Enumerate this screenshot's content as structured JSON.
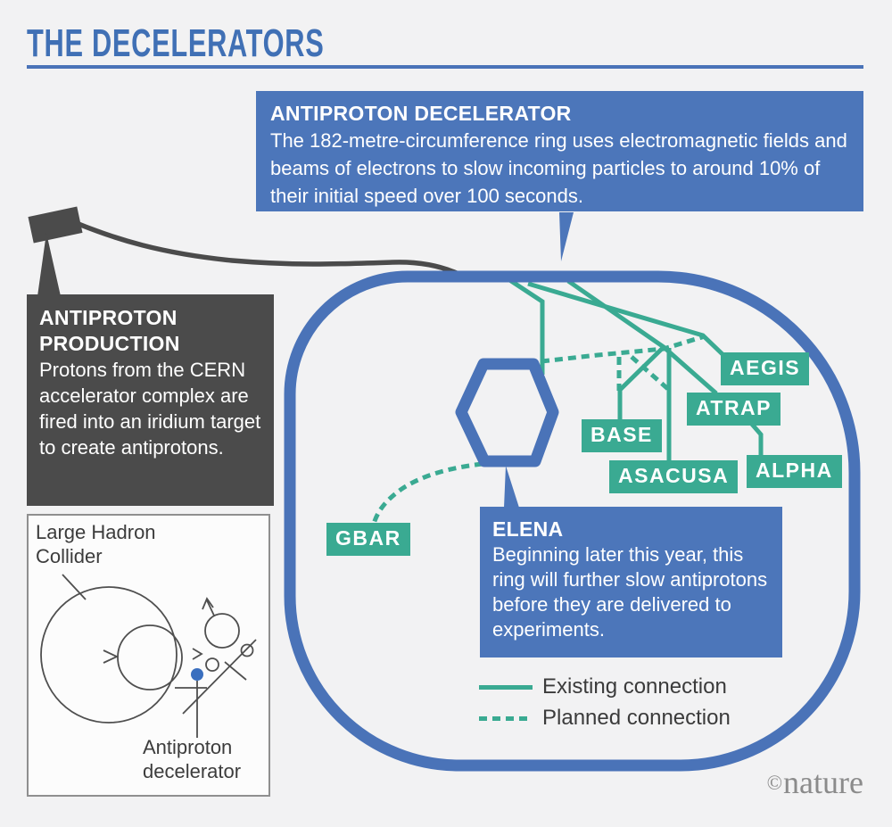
{
  "page": {
    "title": "THE DECELERATORS",
    "colors": {
      "background": "#f2f2f3",
      "accent_blue": "#4c76ba",
      "ring_blue": "#4a73b8",
      "accent_green": "#3aaa92",
      "dark_gray": "#4b4b4b",
      "title_blue": "#4070b5",
      "text_gray": "#3b3b3b",
      "logo_gray": "#8b8b8b"
    }
  },
  "callouts": {
    "antiproton_decelerator": {
      "heading": "ANTIPROTON DECELERATOR",
      "body": "The 182-metre-circumference ring uses electromagnetic fields and beams of electrons to slow incoming particles to around 10% of their initial speed over 100 seconds."
    },
    "antiproton_production": {
      "heading": "ANTIPROTON PRODUCTION",
      "body": "Protons from the CERN accelerator complex are fired into an iridium target to create antiprotons."
    },
    "elena": {
      "heading": "ELENA",
      "body": "Beginning later this year, this ring will further slow antiprotons before they are delivered to experiments."
    }
  },
  "experiments": [
    {
      "label": "AEGIS"
    },
    {
      "label": "ATRAP"
    },
    {
      "label": "BASE"
    },
    {
      "label": "ASACUSA"
    },
    {
      "label": "ALPHA"
    },
    {
      "label": "GBAR"
    }
  ],
  "legend": {
    "existing": "Existing connection",
    "planned": "Planned connection"
  },
  "inset": {
    "title": "Large Hadron Collider",
    "label": "Antiproton decelerator"
  },
  "footer": {
    "copyright": "©",
    "logo": "nature"
  }
}
